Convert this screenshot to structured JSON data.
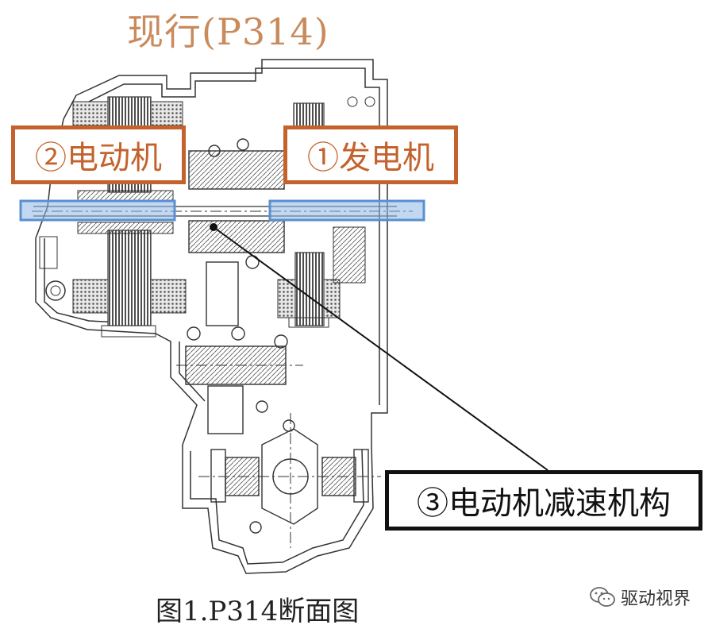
{
  "title": "现行(P314)",
  "labels": {
    "motor": "②电动机",
    "generator": "①发电机",
    "reduction": "③电动机减速机构"
  },
  "caption": "图1.P314断面图",
  "watermark": {
    "text": "驱动视界",
    "icon": "wechat-bubble-icon"
  },
  "colors": {
    "title": "#c98a5c",
    "label_border": "#c4622d",
    "shaft_highlight": "#8fb6e6",
    "drawing_line": "#333333"
  }
}
